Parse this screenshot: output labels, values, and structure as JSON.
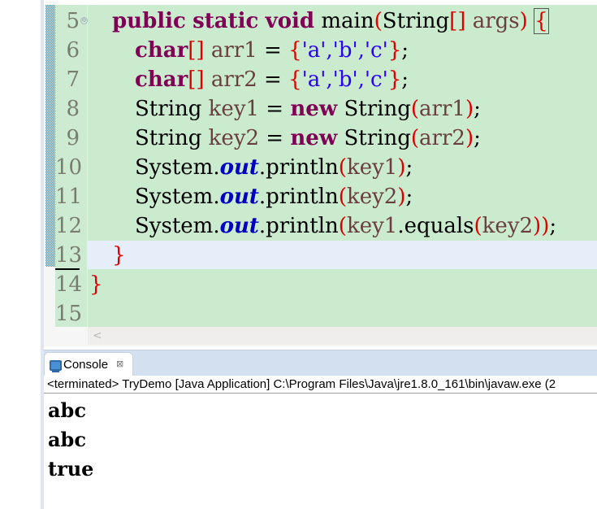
{
  "editor": {
    "lines": [
      {
        "number": "5",
        "folded_marker": "⊖"
      },
      {
        "number": "6"
      },
      {
        "number": "7"
      },
      {
        "number": "8"
      },
      {
        "number": "9"
      },
      {
        "number": "10"
      },
      {
        "number": "11"
      },
      {
        "number": "12"
      },
      {
        "number": "13"
      },
      {
        "number": "14"
      },
      {
        "number": "15"
      }
    ],
    "code": {
      "l5": {
        "kw1": "public",
        "kw2": "static",
        "kw3": "void",
        "name": "main",
        "p1": "(",
        "type": "String",
        "arr": "[]",
        "arg": "args",
        "p2": ")",
        "brace": "{"
      },
      "l6": {
        "kw": "char",
        "arr": "[]",
        "var": "arr1",
        "eq": " = ",
        "ob": "{",
        "items": "'a','b','c'",
        "cb": "}",
        "semi": ";"
      },
      "l7": {
        "kw": "char",
        "arr": "[]",
        "var": "arr2",
        "eq": " = ",
        "ob": "{",
        "items": "'a','b','c'",
        "cb": "}",
        "semi": ";"
      },
      "l8": {
        "type": "String",
        "var": "key1",
        "eq": " = ",
        "kw": "new",
        "ctor": " String",
        "op": "(",
        "arg": "arr1",
        "cp": ")",
        "semi": ";"
      },
      "l9": {
        "type": "String",
        "var": "key2",
        "eq": " = ",
        "kw": "new",
        "ctor": " String",
        "op": "(",
        "arg": "arr2",
        "cp": ")",
        "semi": ";"
      },
      "l10": {
        "cls": "System.",
        "fld": "out",
        "m": ".println",
        "op": "(",
        "arg": "key1",
        "cp": ")",
        "semi": ";"
      },
      "l11": {
        "cls": "System.",
        "fld": "out",
        "m": ".println",
        "op": "(",
        "arg": "key2",
        "cp": ")",
        "semi": ";"
      },
      "l12": {
        "cls": "System.",
        "fld": "out",
        "m": ".println",
        "op": "(",
        "arg": "key1",
        "m2": ".equals",
        "op2": "(",
        "arg2": "key2",
        "cp2": ")",
        "cp": ")",
        "semi": ";"
      },
      "l13": {
        "brace": "}"
      },
      "l14": {
        "brace": "}"
      }
    },
    "hscroll_left": "<"
  },
  "console": {
    "tab_label": "Console",
    "tab_close": "⊠",
    "status": "<terminated> TryDemo [Java Application] C:\\Program Files\\Java\\jre1.8.0_161\\bin\\javaw.exe (2",
    "output": [
      "abc",
      "abc",
      "true"
    ]
  }
}
